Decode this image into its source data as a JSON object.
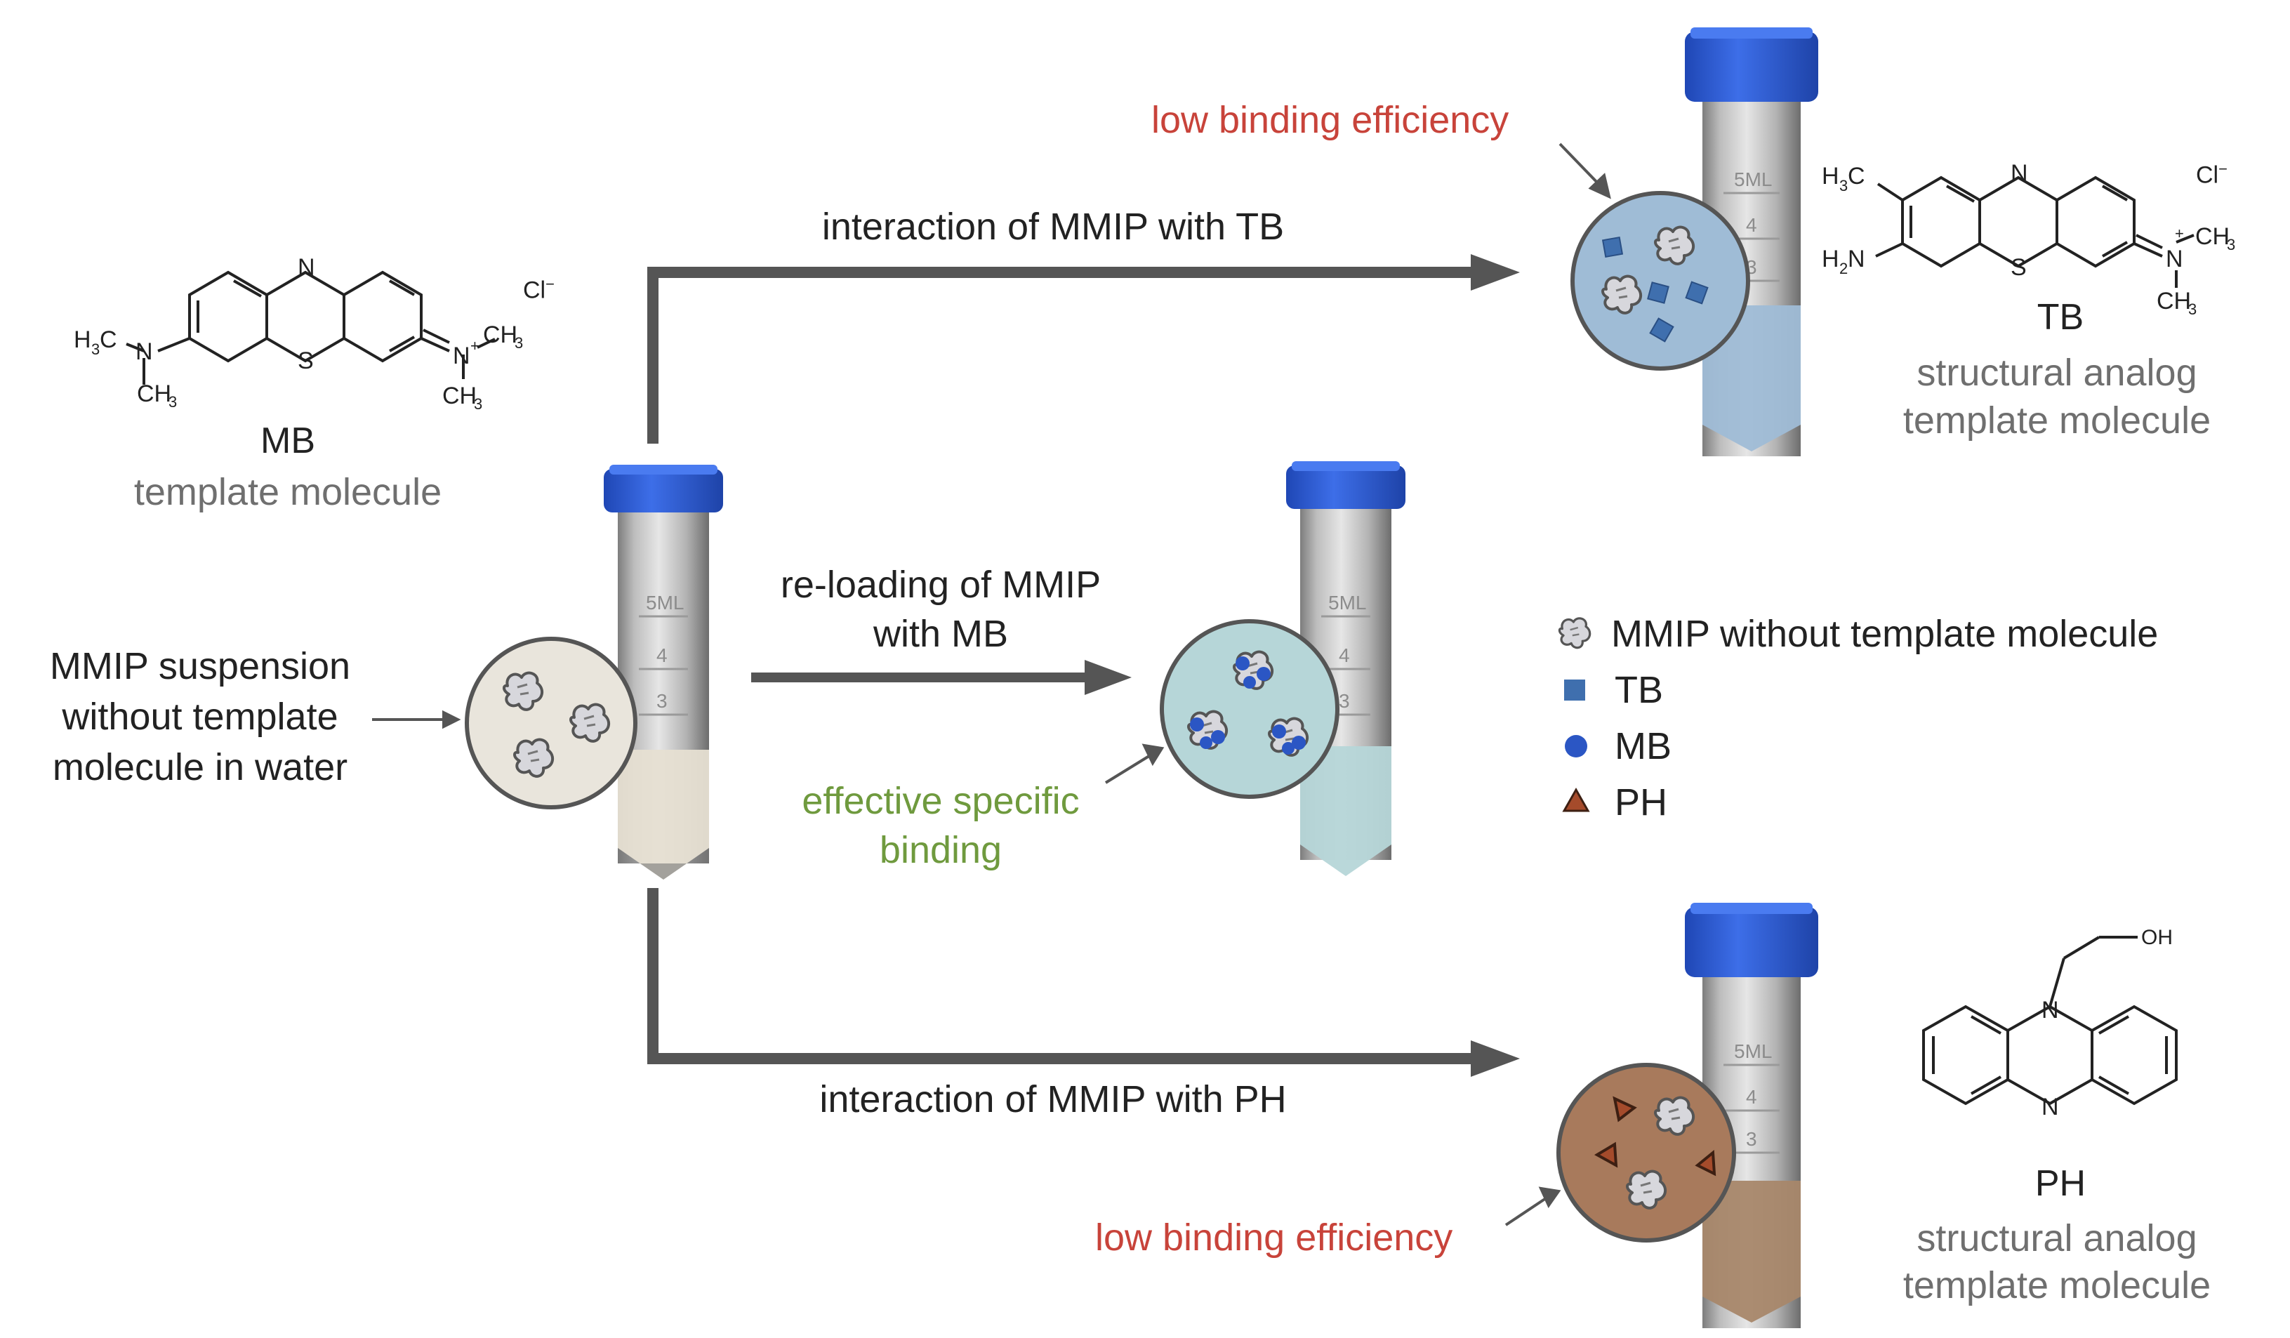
{
  "labels": {
    "mb_name": "MB",
    "mb_role": "template molecule",
    "tb_name": "TB",
    "tb_role_line1": "structural analog",
    "tb_role_line2": "template molecule",
    "ph_name": "PH",
    "ph_role_line1": "structural analog",
    "ph_role_line2": "template molecule",
    "suspension_line1": "MMIP suspension",
    "suspension_line2": "without template",
    "suspension_line3": "molecule in water",
    "arrow_top": "interaction of MMIP with TB",
    "arrow_mid_line1": "re-loading of MMIP",
    "arrow_mid_line2": "with MB",
    "arrow_bottom": "interaction of MMIP with PH",
    "low_binding_top": "low binding efficiency",
    "low_binding_bottom": "low binding efficiency",
    "effective_line1": "effective specific",
    "effective_line2": "binding",
    "chloride": "Cl"
  },
  "legend": [
    {
      "shape": "mmip-particle-icon",
      "label": "MMIP without template molecule"
    },
    {
      "shape": "square",
      "label": "TB",
      "color": "#3f6fae"
    },
    {
      "shape": "circle",
      "label": "MB",
      "color": "#2b56c4"
    },
    {
      "shape": "triangle",
      "label": "PH",
      "color": "#a54b2b"
    }
  ],
  "tube_scale": [
    "5ML",
    "4",
    "3"
  ],
  "colors": {
    "cap": "#2f5fd8",
    "arrow": "#555555",
    "suspension_beige": "#e9e5dc",
    "mb_solution": "#b6d6d8",
    "tb_solution": "#9fbcd6",
    "ph_solution": "#a87a5c",
    "square_tb": "#3f6fae",
    "circle_mb": "#2b56c4",
    "triangle_ph": "#a54b2b"
  }
}
